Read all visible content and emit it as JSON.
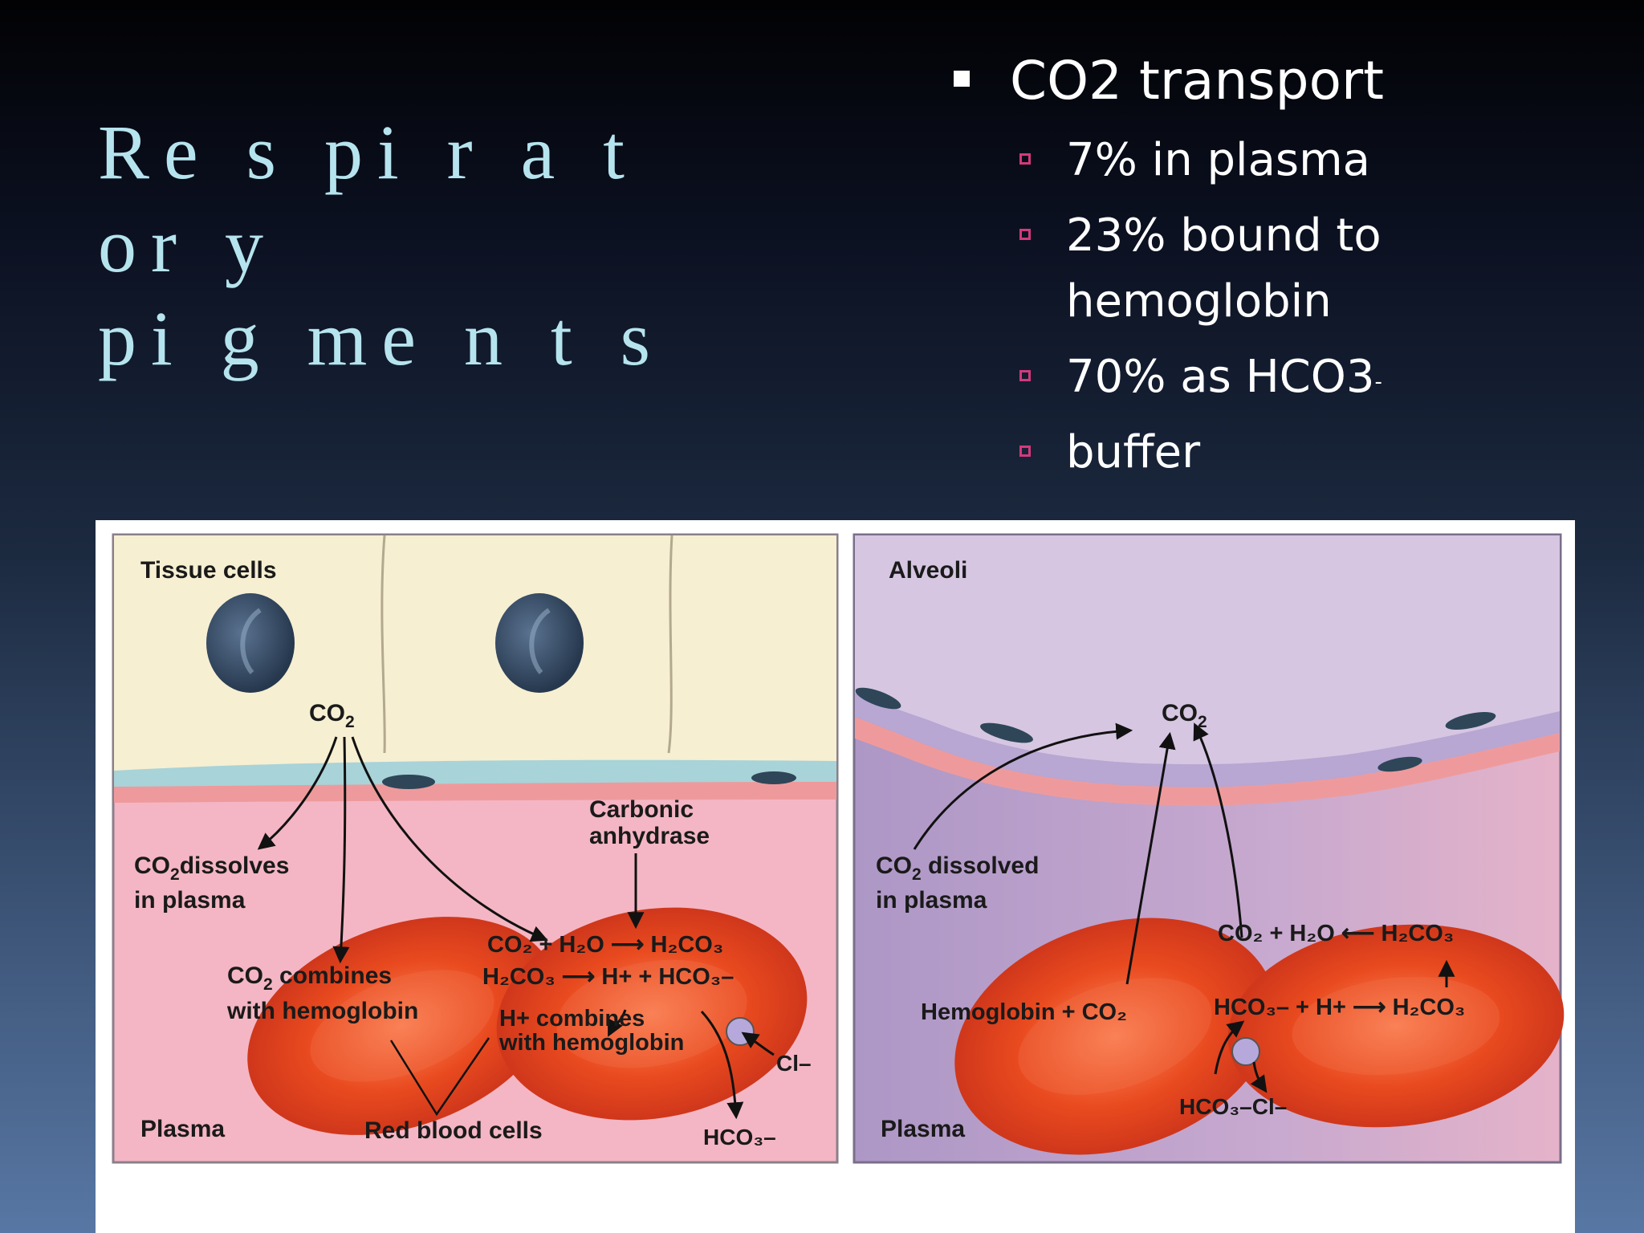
{
  "slide": {
    "title_line1": "Re s pi r a t or y",
    "title_line2": "pi g me n t s",
    "bullet_main": "CO2 transport",
    "sub_bullets": [
      {
        "text": "7% in plasma"
      },
      {
        "text": "23% bound to",
        "text2": "hemoglobin"
      },
      {
        "text": "70% as HCO3",
        "sup": "-"
      },
      {
        "text": "buffer"
      }
    ]
  },
  "colors": {
    "title": "#b6e4ee",
    "sub_bullet_marker": "#d23a7c",
    "tissue_cell": "#f6efd2",
    "plasma_left": "#f4b6c4",
    "alveoli": "#d6c6e2",
    "plasma_right": "#ad97c6",
    "red_blood_cell": "#e8461e"
  },
  "diagram": {
    "left": {
      "tissue_cells": "Tissue cells",
      "co2": "CO",
      "co2_sub": "2",
      "carbonic_anhydrase_1": "Carbonic",
      "carbonic_anhydrase_2": "anhydrase",
      "dissolves_1a": "CO",
      "dissolves_1b": "2",
      "dissolves_1c": "dissolves",
      "dissolves_2": "in plasma",
      "combines_1a": "CO",
      "combines_1b": "2",
      "combines_1c": " combines",
      "combines_2": "with hemoglobin",
      "eq1": "CO₂ + H₂O ⟶ H₂CO₃",
      "eq2": "H₂CO₃ ⟶ H+ + HCO₃–",
      "hplus_1": "H+ combines",
      "hplus_2": "with hemoglobin",
      "cl": "Cl–",
      "hco3_out": "HCO₃–",
      "plasma": "Plasma",
      "rbc": "Red blood cells"
    },
    "right": {
      "alveoli": "Alveoli",
      "co2": "CO",
      "co2_sub": "2",
      "dissolved_1a": "CO",
      "dissolved_1b": "2",
      "dissolved_1c": " dissolved",
      "dissolved_2": "in plasma",
      "hemoglobin": "Hemoglobin + CO₂",
      "eq1": "CO₂ + H₂O ⟵ H₂CO₃",
      "eq2": "HCO₃– + H+ ⟶ H₂CO₃",
      "hco3_cl": "HCO₃–Cl–",
      "plasma": "Plasma"
    }
  }
}
